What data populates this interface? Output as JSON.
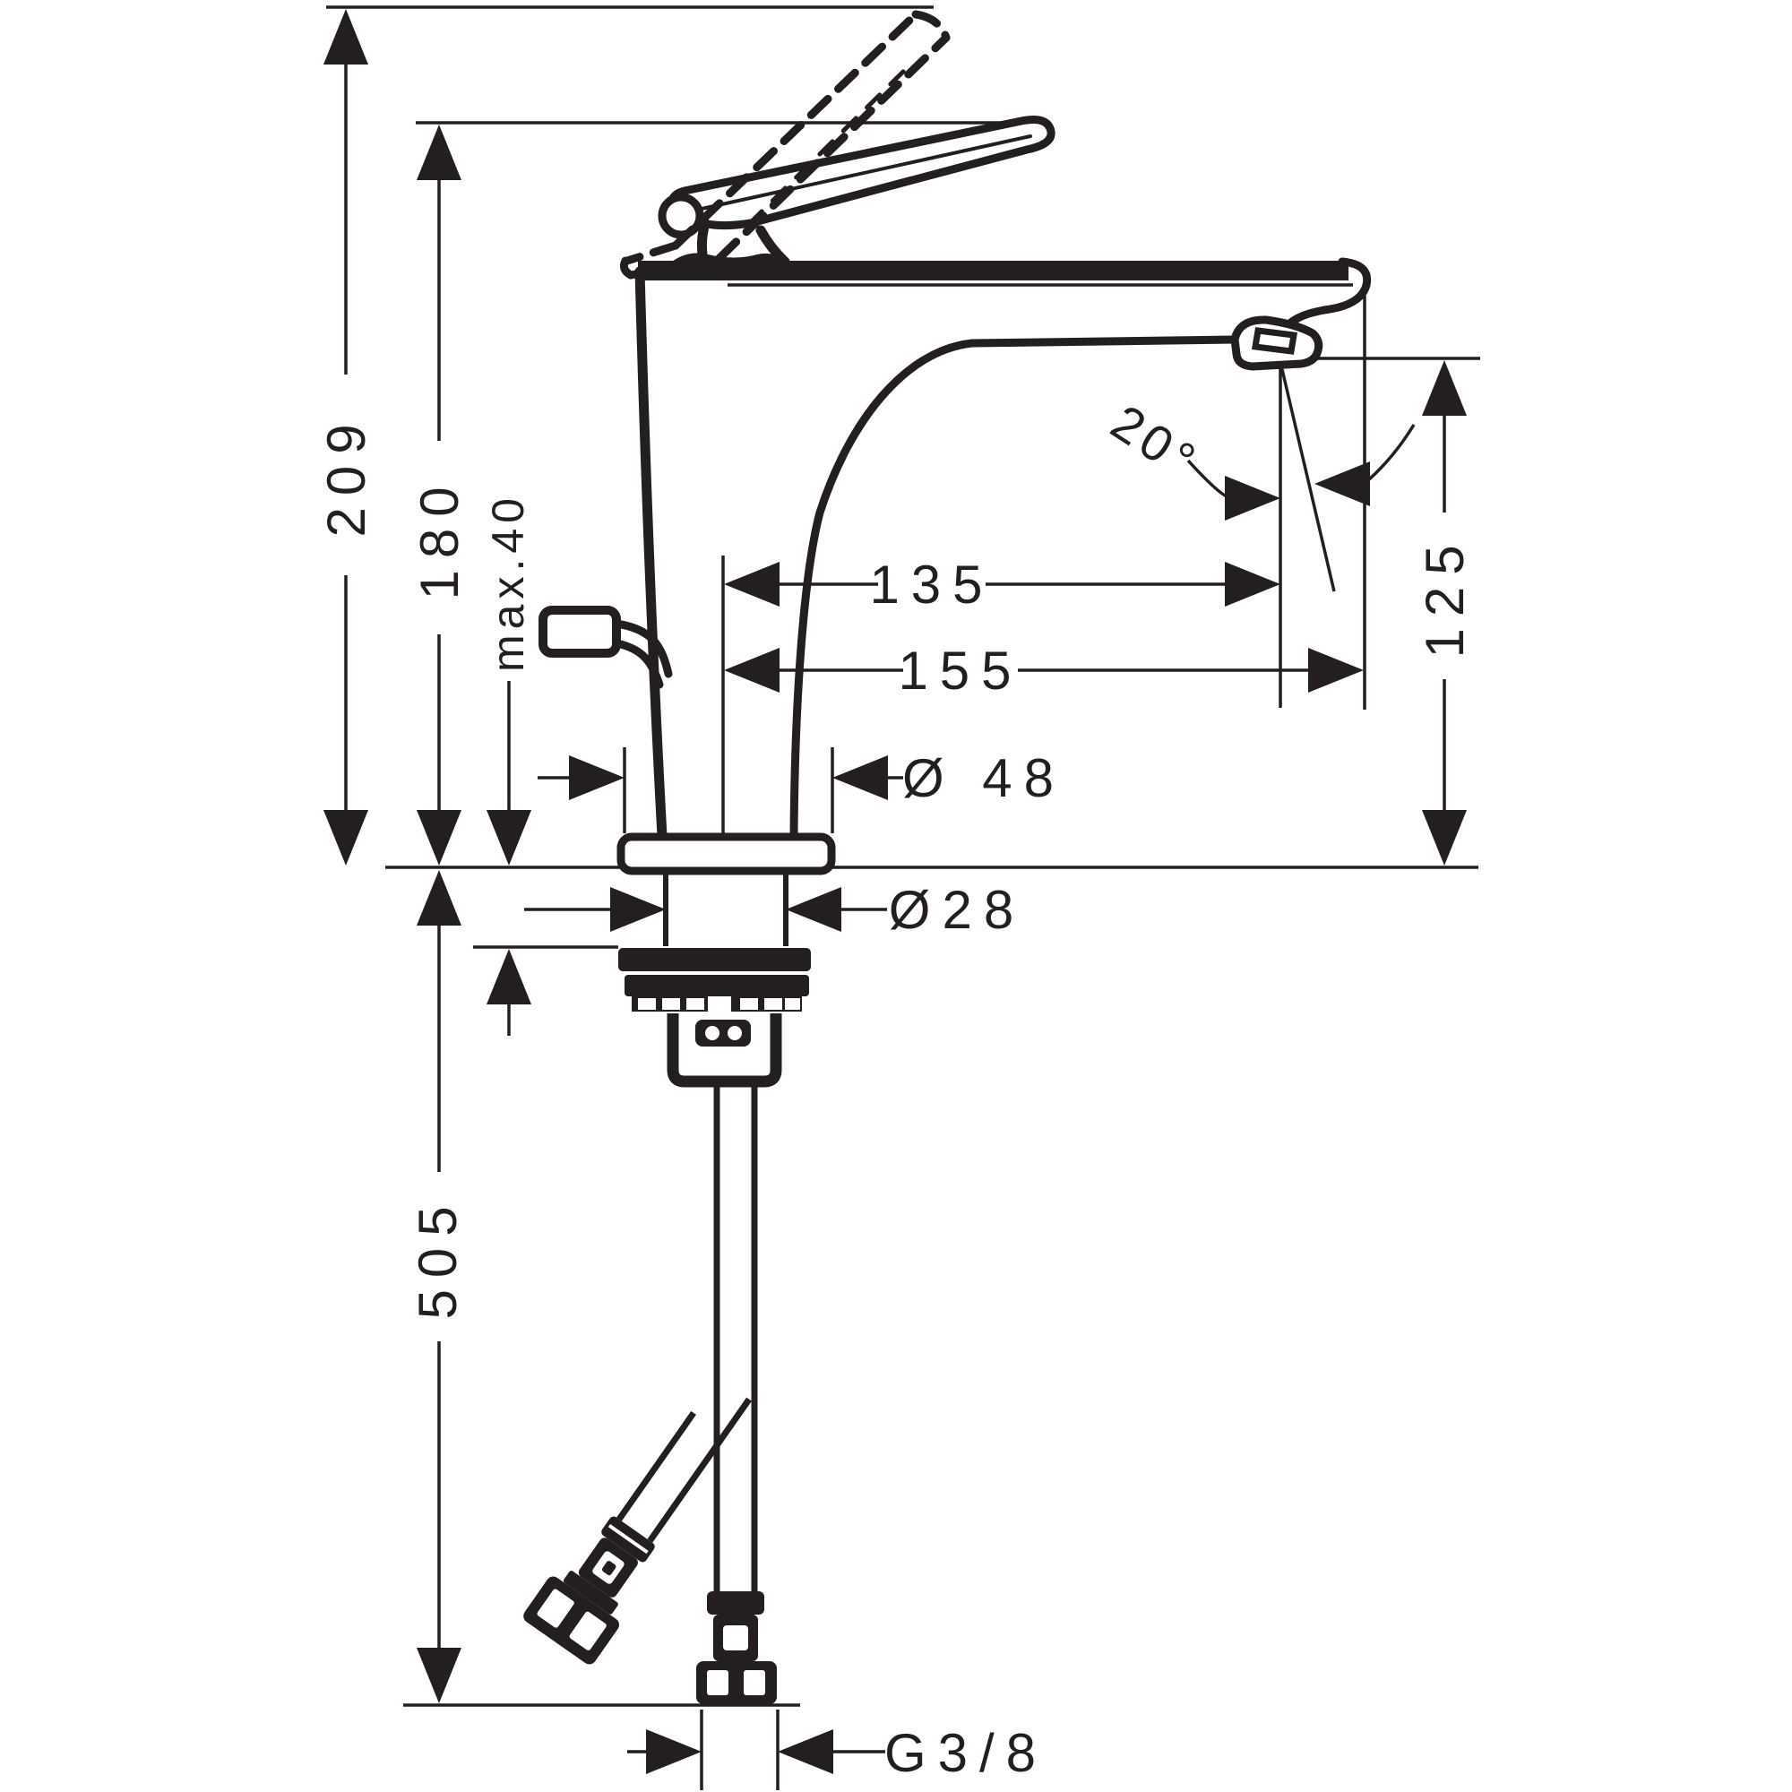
{
  "drawing": {
    "kind": "technical-dimension-drawing",
    "subject": "single-lever basin mixer faucet, side elevation with mounting hoses",
    "colors": {
      "ink": "#231f1f",
      "background": "#ffffff"
    }
  },
  "labels": {
    "overall_height": "209",
    "handle_height": "180",
    "max_counter_thickness": "max.40",
    "spout_reach": "135",
    "overall_reach": "155",
    "outlet_height": "125",
    "spout_angle": "20°",
    "base_diameter": "Ø 48",
    "shank_diameter": "Ø28",
    "hose_drop_length": "505",
    "thread_size": "G3/8"
  }
}
